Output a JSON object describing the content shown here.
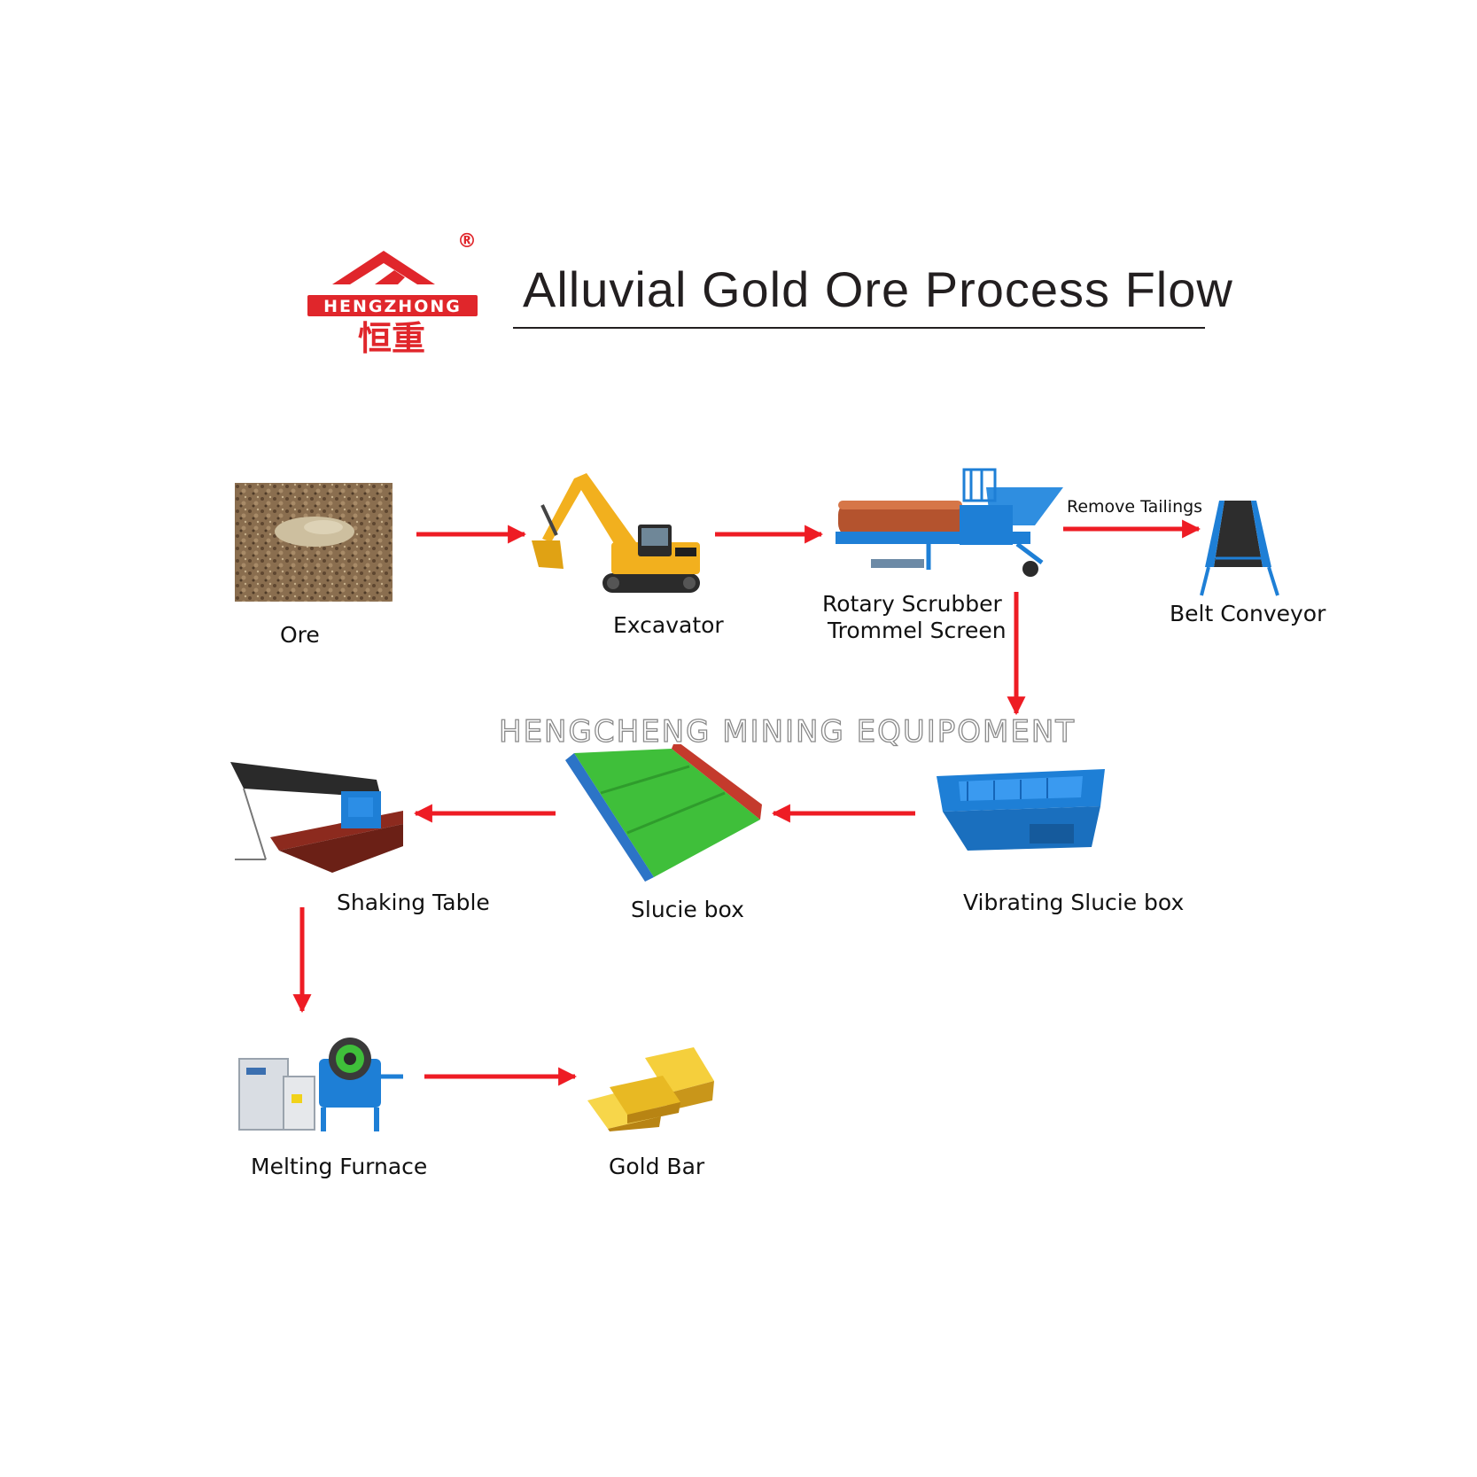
{
  "header": {
    "title": "Alluvial Gold Ore Process Flow",
    "logo": {
      "brand_latin": "HENGZHONG",
      "brand_cn": "恒重",
      "registered_mark": "®",
      "color": "#e0262b"
    }
  },
  "watermark": "HENGCHENG MINING EQUIPOMENT",
  "colors": {
    "arrow": "#ee1c24",
    "machine_blue": "#1e7fd6",
    "excavator_yellow": "#f2b01e",
    "gold": "#e8b923",
    "sluice_green": "#3fbf3a"
  },
  "nodes": {
    "ore": {
      "label": "Ore",
      "icon": "ore-soil-photo"
    },
    "excavator": {
      "label": "Excavator",
      "icon": "excavator-icon"
    },
    "trommel": {
      "label_line1": "Rotary Scrubber",
      "label_line2": "Trommel Screen",
      "icon": "trommel-screen-icon"
    },
    "belt_conveyor": {
      "label": "Belt Conveyor",
      "icon": "belt-conveyor-icon"
    },
    "vibrating_sluice": {
      "label": "Vibrating Slucie box",
      "icon": "vibrating-sluice-icon"
    },
    "sluice_box": {
      "label": "Slucie box",
      "icon": "sluice-box-icon"
    },
    "shaking_table": {
      "label": "Shaking Table",
      "icon": "shaking-table-icon"
    },
    "melting_furnace": {
      "label": "Melting Furnace",
      "icon": "melting-furnace-icon"
    },
    "gold_bar": {
      "label": "Gold Bar",
      "icon": "gold-bar-icon"
    }
  },
  "edges": [
    {
      "from": "Ore",
      "to": "Excavator"
    },
    {
      "from": "Excavator",
      "to": "Rotary Scrubber Trommel Screen"
    },
    {
      "from": "Rotary Scrubber Trommel Screen",
      "to": "Belt Conveyor",
      "label": "Remove Tailings"
    },
    {
      "from": "Rotary Scrubber Trommel Screen",
      "to": "Vibrating Slucie box"
    },
    {
      "from": "Vibrating Slucie box",
      "to": "Slucie box"
    },
    {
      "from": "Slucie box",
      "to": "Shaking Table"
    },
    {
      "from": "Shaking Table",
      "to": "Melting Furnace"
    },
    {
      "from": "Melting Furnace",
      "to": "Gold Bar"
    }
  ]
}
